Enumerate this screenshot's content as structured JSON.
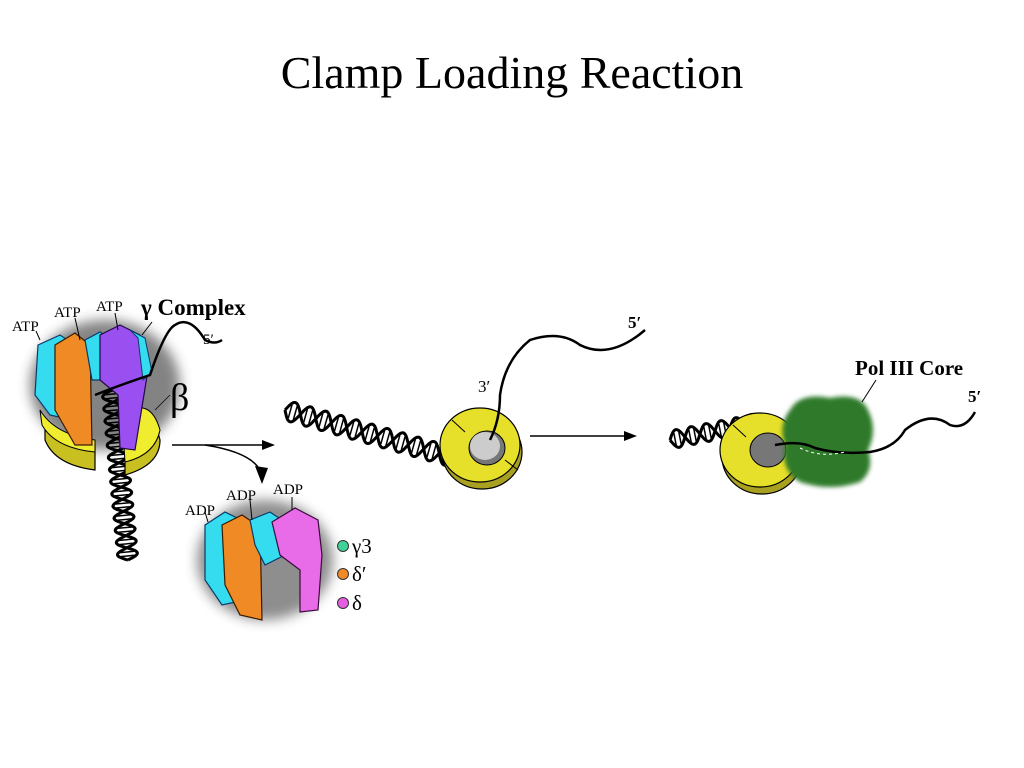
{
  "title": "Clamp Loading Reaction",
  "labels": {
    "atp1": "ATP",
    "atp2": "ATP",
    "atp3": "ATP",
    "gamma_complex": "γ Complex",
    "five_prime_1": "5′",
    "beta": "β",
    "adp1": "ADP",
    "adp2": "ADP",
    "adp3": "ADP",
    "three_prime": "3′",
    "five_prime_2": "5′",
    "pol_iii_core": "Pol III Core",
    "five_prime_3": "5′"
  },
  "legend": [
    {
      "label": "γ3",
      "color": "#3fd39a"
    },
    {
      "label": "δ′",
      "color": "#f28a2a"
    },
    {
      "label": "δ",
      "color": "#e65ee0"
    }
  ],
  "colors": {
    "cyan": "#35dbef",
    "orange": "#f08a24",
    "purple": "#9a4ff0",
    "magenta": "#e86ce8",
    "yellow": "#e6e02a",
    "green": "#2f7a2c"
  }
}
